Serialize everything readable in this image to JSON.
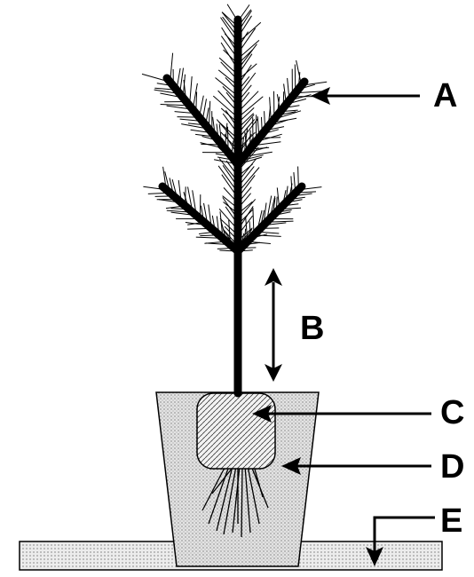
{
  "diagram": {
    "labels": [
      {
        "key": "A",
        "text": "A"
      },
      {
        "key": "B",
        "text": "B"
      },
      {
        "key": "C",
        "text": "C"
      },
      {
        "key": "D",
        "text": "D"
      },
      {
        "key": "E",
        "text": "E"
      }
    ],
    "colors": {
      "ink": "#000000",
      "pot_fill": "#d9d9d9",
      "root_ball_fill": "#eeeeee",
      "ground_fill": "#e6e6e6",
      "background": "#ffffff"
    }
  }
}
